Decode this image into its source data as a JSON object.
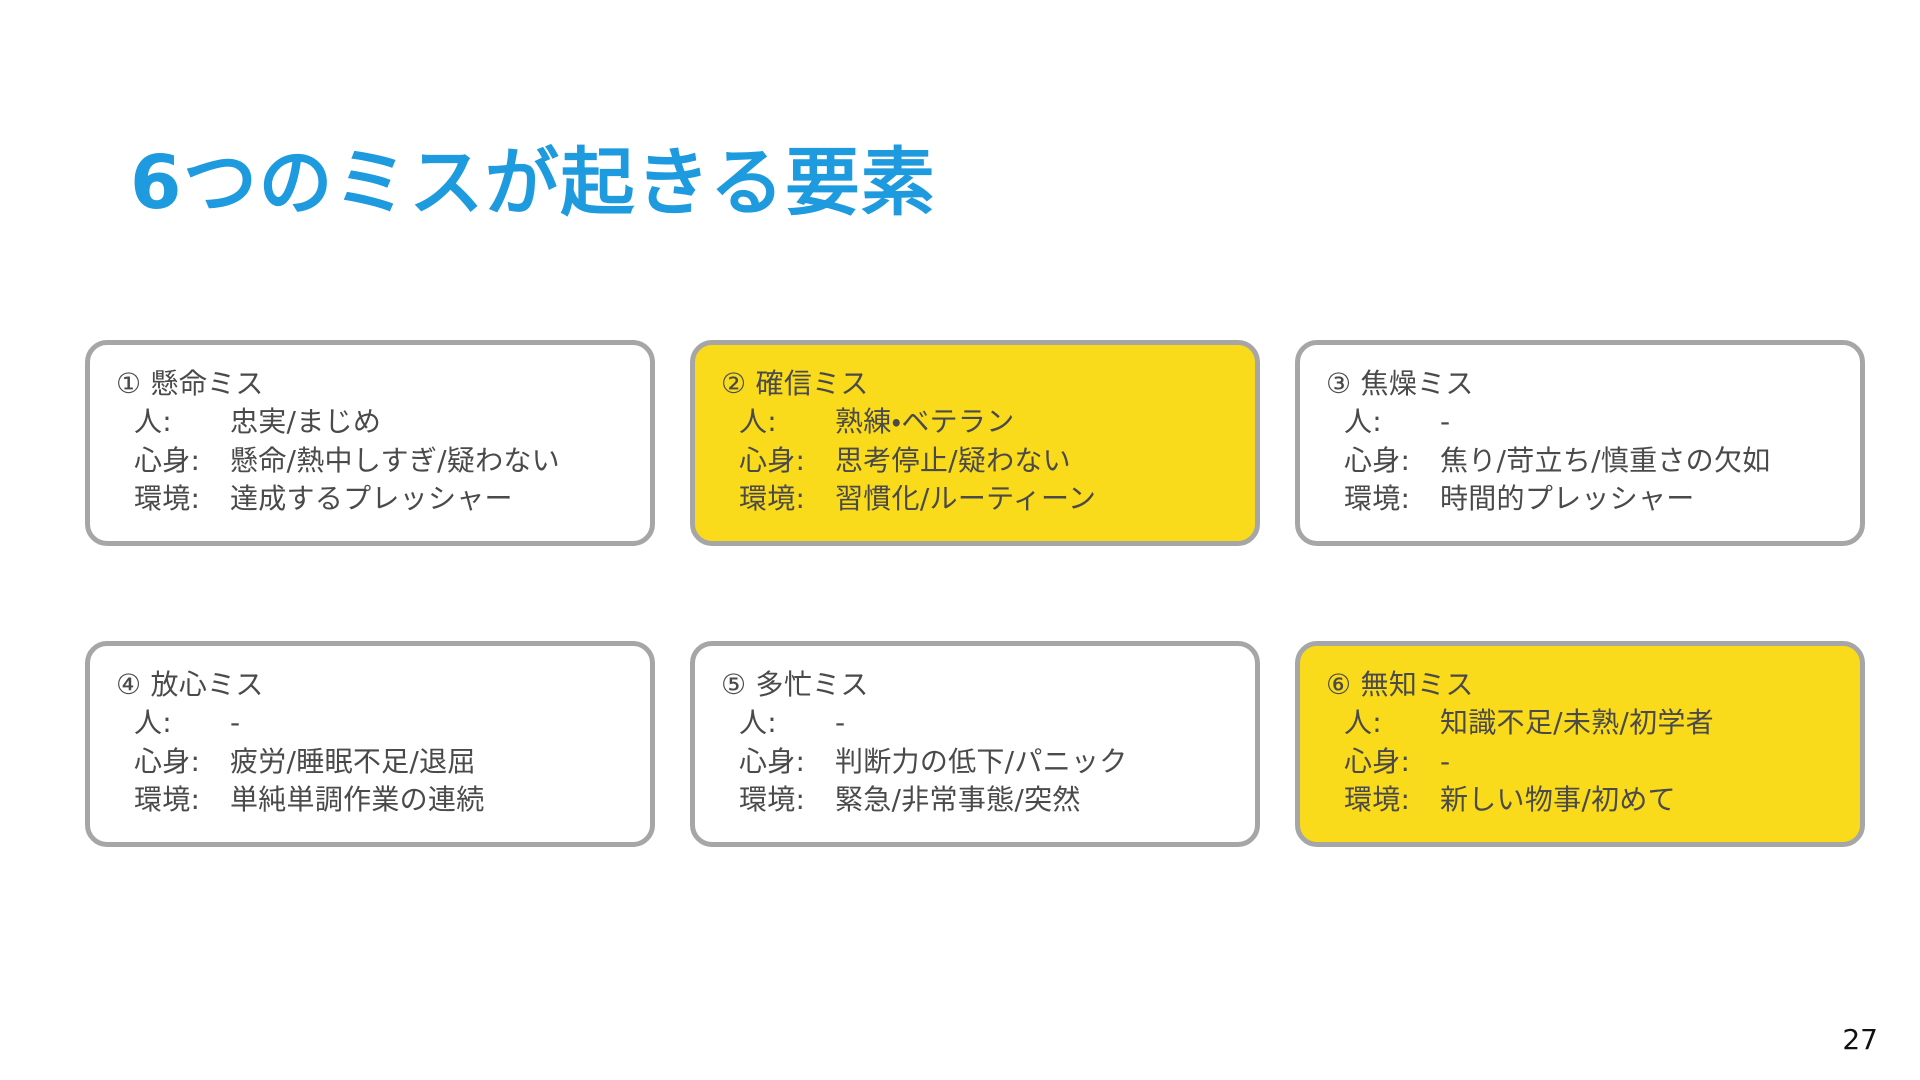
{
  "slide": {
    "title": "6つのミスが起きる要素",
    "title_color": "#1e9ade",
    "background_color": "#ffffff",
    "page_number": "27"
  },
  "card_defaults": {
    "border_color": "#a6a6a6",
    "text_color": "#4a4a4a",
    "highlight_color": "#fadb1c",
    "plain_color": "#ffffff"
  },
  "cards": [
    {
      "heading": "① 懸命ミス",
      "highlighted": false,
      "rows": [
        {
          "label": "人:",
          "value": "忠実/まじめ"
        },
        {
          "label": "心身:",
          "value": "懸命/熱中しすぎ/疑わない"
        },
        {
          "label": "環境:",
          "value": "達成するプレッシャー"
        }
      ]
    },
    {
      "heading": "② 確信ミス",
      "highlighted": true,
      "rows": [
        {
          "label": "人:",
          "value": "熟練・ベテラン"
        },
        {
          "label": "心身:",
          "value": "思考停止/疑わない"
        },
        {
          "label": "環境:",
          "value": "習慣化/ルーティーン"
        }
      ]
    },
    {
      "heading": "③ 焦燥ミス",
      "highlighted": false,
      "rows": [
        {
          "label": "人:",
          "value": "-"
        },
        {
          "label": "心身:",
          "value": "焦り/苛立ち/慎重さの欠如"
        },
        {
          "label": "環境:",
          "value": "時間的プレッシャー"
        }
      ]
    },
    {
      "heading": "④ 放心ミス",
      "highlighted": false,
      "rows": [
        {
          "label": "人:",
          "value": "-"
        },
        {
          "label": "心身:",
          "value": "疲労/睡眠不足/退屈"
        },
        {
          "label": "環境:",
          "value": "単純単調作業の連続"
        }
      ]
    },
    {
      "heading": "⑤ 多忙ミス",
      "highlighted": false,
      "rows": [
        {
          "label": "人:",
          "value": "-"
        },
        {
          "label": "心身:",
          "value": "判断力の低下/パニック"
        },
        {
          "label": "環境:",
          "value": "緊急/非常事態/突然"
        }
      ]
    },
    {
      "heading": "⑥ 無知ミス",
      "highlighted": true,
      "rows": [
        {
          "label": "人:",
          "value": "知識不足/未熟/初学者"
        },
        {
          "label": "心身:",
          "value": "-"
        },
        {
          "label": "環境:",
          "value": "新しい物事/初めて"
        }
      ]
    }
  ]
}
